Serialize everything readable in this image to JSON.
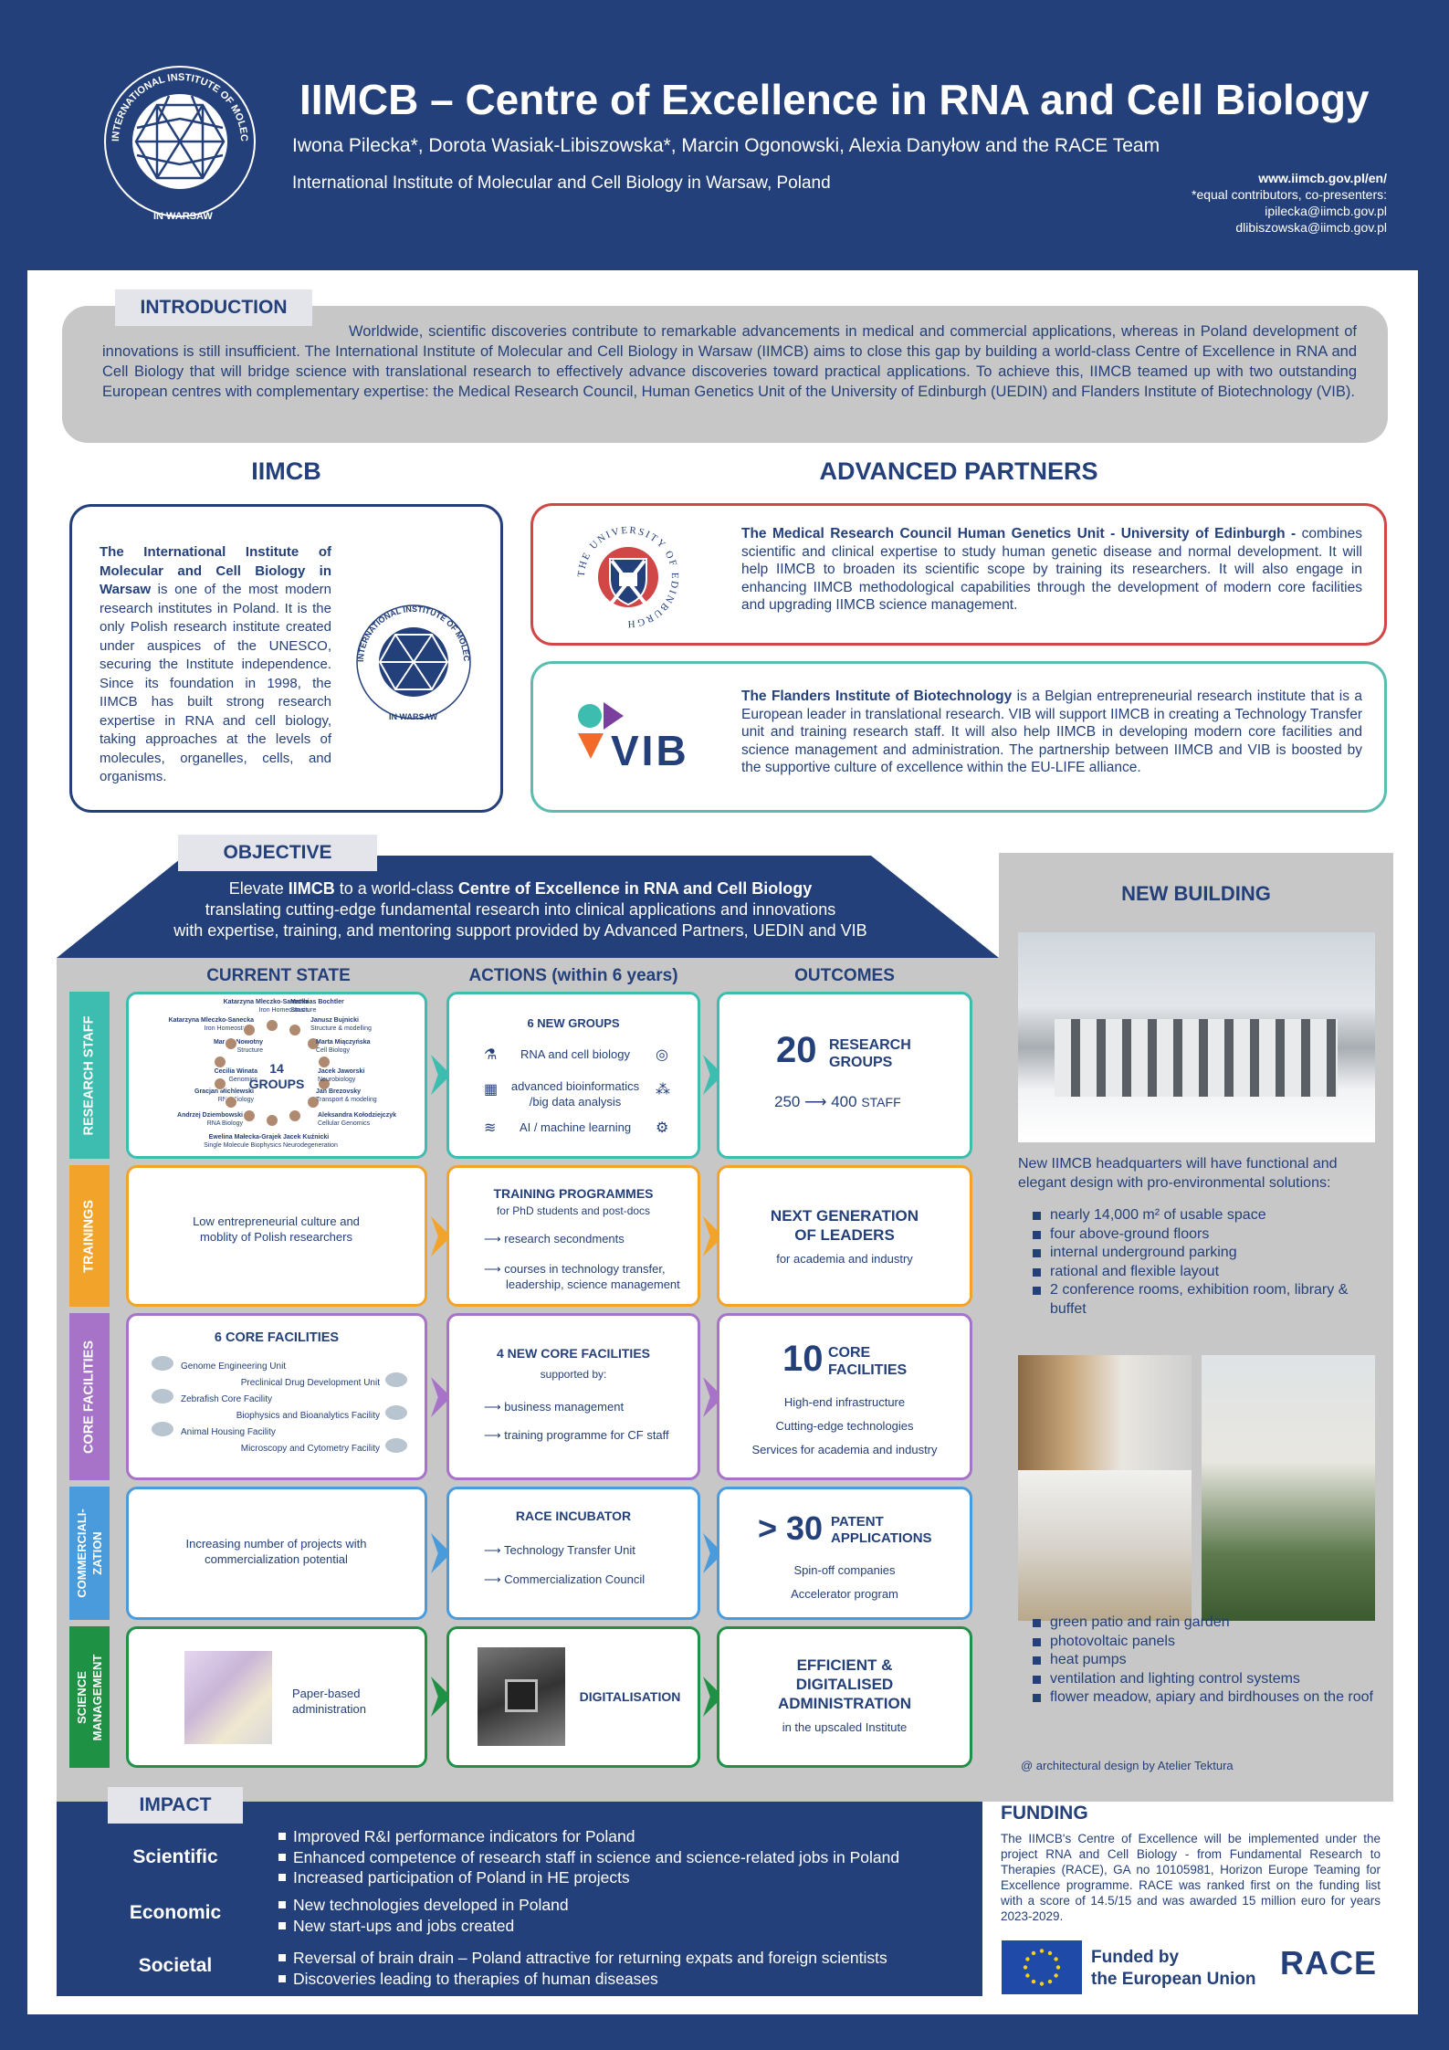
{
  "header": {
    "title": "IIMCB – Centre of Excellence in RNA and Cell Biology",
    "authors": "Iwona Pilecka*, Dorota Wasiak-Libiszowska*, Marcin Ogonowski, Alexia Danyłow and the RACE Team",
    "affiliation": "International Institute of Molecular and Cell Biology in Warsaw, Poland",
    "url": "www.iimcb.gov.pl/en/",
    "note": "*equal contributors, co-presenters:",
    "email1": "ipilecka@iimcb.gov.pl",
    "email2": "dlibiszowska@iimcb.gov.pl",
    "logo_text": "INTERNATIONAL INSTITUTE OF MOLECULAR AND CELL BIOLOGY · IN WARSAW ·"
  },
  "intro": {
    "heading": "INTRODUCTION",
    "text": "Worldwide, scientific discoveries contribute to remarkable advancements in medical and commercial applications, whereas in Poland development of innovations is still insufficient. The International Institute of Molecular and Cell Biology in Warsaw (IIMCB) aims to close this gap by building a world-class Centre of Excellence in RNA and Cell Biology that will bridge science with translational research to effectively advance discoveries toward practical applications. To achieve this, IIMCB teamed up with two outstanding European centres with complementary expertise: the Medical Research Council, Human Genetics Unit of the University of Edinburgh (UEDIN) and Flanders Institute of Biotechnology (VIB)."
  },
  "iimcb": {
    "heading": "IIMCB",
    "bold": "The International Institute of Molecular and Cell Biology in Warsaw",
    "text": " is one of the most modern research institutes in Poland. It is the only Polish research institute created under auspices of the UNESCO, securing the Institute independence. Since its foundation in 1998, the IIMCB has built strong research expertise in RNA and cell biology, taking approaches at the levels of molecules, organelles, cells, and organisms."
  },
  "partners": {
    "heading": "ADVANCED PARTNERS",
    "edin_bold": "The Medical Research Council Human Genetics Unit - University of Edinburgh -",
    "edin_text": " combines scientific and clinical expertise to study human genetic disease and normal development. It will help IIMCB to broaden its scientific scope by training its researchers. It will also engage in enhancing IIMCB methodological capabilities through the development of modern core facilities and upgrading IIMCB science management.",
    "edin_logo": "THE UNIVERSITY OF EDINBURGH",
    "vib_bold": "The Flanders Institute of Biotechnology",
    "vib_text": " is a Belgian entrepreneurial research institute that is a European leader in translational research. VIB will support IIMCB in creating a Technology Transfer unit and training research staff. It will also help IIMCB in developing modern core facilities and science management and administration. The partnership between IIMCB and VIB is boosted by the supportive culture of excellence within the EU-LIFE alliance.",
    "vib_logo": "VIB"
  },
  "objective": {
    "heading": "OBJECTIVE",
    "l1a": "Elevate ",
    "l1b": "IIMCB",
    "l1c": " to a world-class ",
    "l1d": "Centre of Excellence in RNA and Cell Biology",
    "l2": "translating cutting-edge fundamental research into clinical applications and innovations",
    "l3": "with expertise, training, and mentoring support provided by Advanced Partners, UEDIN and VIB"
  },
  "columns": {
    "c1": "CURRENT STATE",
    "c2": "ACTIONS (within 6 years)",
    "c3": "OUTCOMES"
  },
  "rows": {
    "research": {
      "label": "RESEARCH STAFF",
      "groups_count": "14",
      "groups_label": "GROUPS",
      "pis": [
        {
          "n": "Katarzyna Mleczko-Sanecka",
          "f": "Iron Homeostasis"
        },
        {
          "n": "Matthias Bochtler",
          "f": "Structure"
        },
        {
          "n": "Katarzyna Mleczko-Sanecka",
          "f": "Iron Homeostasis"
        },
        {
          "n": "Janusz Bujnicki",
          "f": "Structure & modelling"
        },
        {
          "n": "Marcin Nowotny",
          "f": "Structure"
        },
        {
          "n": "Marta Miączyńska",
          "f": "Cell Biology"
        },
        {
          "n": "Cecilia Winata",
          "f": "Genomics"
        },
        {
          "n": "Jacek Jaworski",
          "f": "Neurobiology"
        },
        {
          "n": "Gracjan Michlewski",
          "f": "RNA Biology"
        },
        {
          "n": "Jan Brezovsky",
          "f": "Transport & modeling"
        },
        {
          "n": "Andrzej Dziembowski",
          "f": "RNA Biology"
        },
        {
          "n": "Aleksandra Kołodziejczyk",
          "f": "Cellular Genomics"
        },
        {
          "n": "Ewelina Małecka-Grajek",
          "f": "Single Molecule Biophysics"
        },
        {
          "n": "Jacek Kuźnicki",
          "f": "Neurodegeneration"
        }
      ],
      "act_title": "6 NEW GROUPS",
      "act_items": [
        "RNA and cell biology",
        "advanced bioinformatics /big data analysis",
        "AI / machine learning"
      ],
      "out_num": "20",
      "out_label1": "RESEARCH",
      "out_label2": "GROUPS",
      "staff_from": "250",
      "staff_to": "400",
      "staff_label": "STAFF"
    },
    "trainings": {
      "label": "TRAININGS",
      "current": "Low entrepreneurial culture and moblity of Polish researchers",
      "act_title": "TRAINING PROGRAMMES",
      "act_sub": "for PhD students and post-docs",
      "act_items": [
        "research secondments",
        "courses in technology transfer, leadership, science management"
      ],
      "out_title": "NEXT GENERATION OF LEADERS",
      "out_sub": "for academia and industry"
    },
    "core": {
      "label": "CORE FACILITIES",
      "current_title": "6 CORE FACILITIES",
      "facilities": [
        "Genome Engineering Unit",
        "Preclinical Drug Development Unit",
        "Zebrafish Core Facility",
        "Biophysics and Bioanalytics Facility",
        "Animal Housing Facility",
        "Microscopy and Cytometry Facility"
      ],
      "act_title": "4 NEW CORE FACILITIES",
      "act_sub": "supported by:",
      "act_items": [
        "business management",
        "training programme for CF staff"
      ],
      "out_num": "10",
      "out_label1": "CORE",
      "out_label2": "FACILITIES",
      "out_items": [
        "High-end infrastructure",
        "Cutting-edge technologies",
        "Services for academia and industry"
      ]
    },
    "commercial": {
      "label": "COMMERCIALI-ZATION",
      "current": "Increasing number of projects with commercialization potential",
      "act_title": "RACE INCUBATOR",
      "act_items": [
        "Technology Transfer Unit",
        "Commercialization Council"
      ],
      "out_num": "> 30",
      "out_label1": "PATENT",
      "out_label2": "APPLICATIONS",
      "out_items": [
        "Spin-off companies",
        "Accelerator program"
      ]
    },
    "management": {
      "label": "SCIENCE MANAGEMENT",
      "current": "Paper-based administration",
      "act_title": "DIGITALISATION",
      "out_title": "EFFICIENT & DIGITALISED ADMINISTRATION",
      "out_sub": "in the upscaled Institute"
    }
  },
  "building": {
    "heading": "NEW BUILDING",
    "intro": "New IIMCB headquarters will have functional and elegant design with pro-environmental solutions:",
    "list1": [
      "nearly 14,000 m² of usable space",
      "four above-ground floors",
      "internal underground parking",
      "rational and flexible layout",
      "2 conference rooms, exhibition room, library & buffet"
    ],
    "list2": [
      "green patio and rain garden",
      "photovoltaic panels",
      "heat pumps",
      "ventilation and lighting control systems",
      "flower meadow, apiary and birdhouses on the roof"
    ],
    "credit": "@ architectural design by Atelier Tektura"
  },
  "impact": {
    "heading": "IMPACT",
    "scientific": "Scientific",
    "scientific_items": [
      "Improved R&I performance indicators for Poland",
      "Enhanced competence of research staff in science and science-related jobs in Poland",
      "Increased participation of Poland in HE projects"
    ],
    "economic": "Economic",
    "economic_items": [
      "New technologies developed in Poland",
      "New start-ups and jobs created"
    ],
    "societal": "Societal",
    "societal_items": [
      "Reversal of brain drain – Poland attractive for returning expats and foreign scientists",
      "Discoveries leading to therapies of human diseases"
    ]
  },
  "funding": {
    "heading": "FUNDING",
    "text": "The IIMCB's Centre of Excellence will be implemented under the project RNA and Cell Biology - from Fundamental Research to Therapies (RACE), GA no 10105981, Horizon Europe Teaming for Excellence programme. RACE was ranked first on the funding list with a score of 14.5/15 and was awarded 15 million euro for years 2023-2029.",
    "eu1": "Funded by",
    "eu2": "the European Union",
    "race": "RACE"
  },
  "colors": {
    "navy": "#24407a",
    "teal": "#3dbdb0",
    "orange": "#f2a42a",
    "purple": "#a673c9",
    "blue": "#4a9bdc",
    "green": "#1e9145",
    "red": "#d14646"
  }
}
